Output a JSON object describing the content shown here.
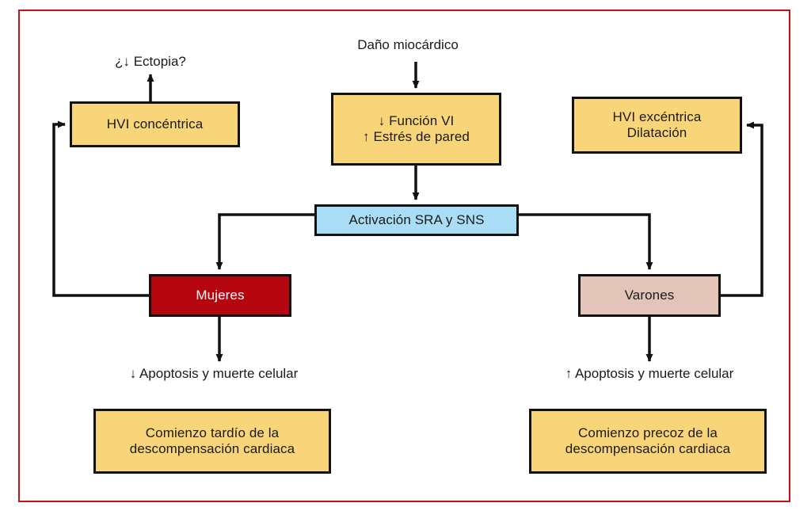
{
  "figure": {
    "frame_color": "#c4111a",
    "background": "#ffffff"
  },
  "palette": {
    "yellow": "#f9d579",
    "blue": "#a9ddf5",
    "red": "#b5060f",
    "tan": "#e2c5b8",
    "stroke": "#111111",
    "text": "#1a1a1a",
    "text_inverse": "#ffffff"
  },
  "diagram": {
    "type": "flowchart",
    "language": "es",
    "nodes": {
      "dano_miocardico": {
        "label": "Daño miocárdico",
        "shape": "text",
        "fill": "none"
      },
      "ectopia": {
        "label": "¿↓ Ectopia?",
        "shape": "text",
        "fill": "none"
      },
      "funcion_vi": {
        "line1": "↓ Función VI",
        "line2": "↑ Estrés de pared",
        "shape": "box",
        "fill": "#f9d579"
      },
      "hvi_concentrica": {
        "label": "HVI concéntrica",
        "shape": "box",
        "fill": "#f9d579"
      },
      "hvi_excentrica": {
        "line1": "HVI excéntrica",
        "line2": "Dilatación",
        "shape": "box",
        "fill": "#f9d579"
      },
      "activacion": {
        "label": "Activación SRA y SNS",
        "shape": "box",
        "fill": "#a9ddf5"
      },
      "mujeres": {
        "label": "Mujeres",
        "shape": "box",
        "fill": "#b5060f"
      },
      "varones": {
        "label": "Varones",
        "shape": "box",
        "fill": "#e2c5b8"
      },
      "apoptosis_mujeres": {
        "label": "↓ Apoptosis y muerte celular",
        "shape": "text",
        "fill": "none"
      },
      "apoptosis_varones": {
        "label": "↑ Apoptosis y muerte celular",
        "shape": "text",
        "fill": "none"
      },
      "comienzo_tardio": {
        "line1": "Comienzo tardío de la",
        "line2": "descompensación cardiaca",
        "shape": "box",
        "fill": "#f9d579"
      },
      "comienzo_precoz": {
        "line1": "Comienzo precoz de la",
        "line2": "descompensación cardiaca",
        "shape": "box",
        "fill": "#f9d579"
      }
    },
    "edges": [
      {
        "from": "dano_miocardico",
        "to": "funcion_vi",
        "arrow": "down"
      },
      {
        "from": "funcion_vi",
        "to": "activacion",
        "arrow": "down"
      },
      {
        "from": "activacion",
        "to": "mujeres",
        "arrow": "down-left"
      },
      {
        "from": "activacion",
        "to": "varones",
        "arrow": "down-right"
      },
      {
        "from": "mujeres",
        "to": "hvi_concentrica",
        "arrow": "left-up-right"
      },
      {
        "from": "varones",
        "to": "hvi_excentrica",
        "arrow": "right-up-left"
      },
      {
        "from": "hvi_concentrica",
        "to": "ectopia",
        "arrow": "up"
      },
      {
        "from": "mujeres",
        "to": "comienzo_tardio",
        "arrow": "down"
      },
      {
        "from": "varones",
        "to": "comienzo_precoz",
        "arrow": "down"
      }
    ]
  }
}
